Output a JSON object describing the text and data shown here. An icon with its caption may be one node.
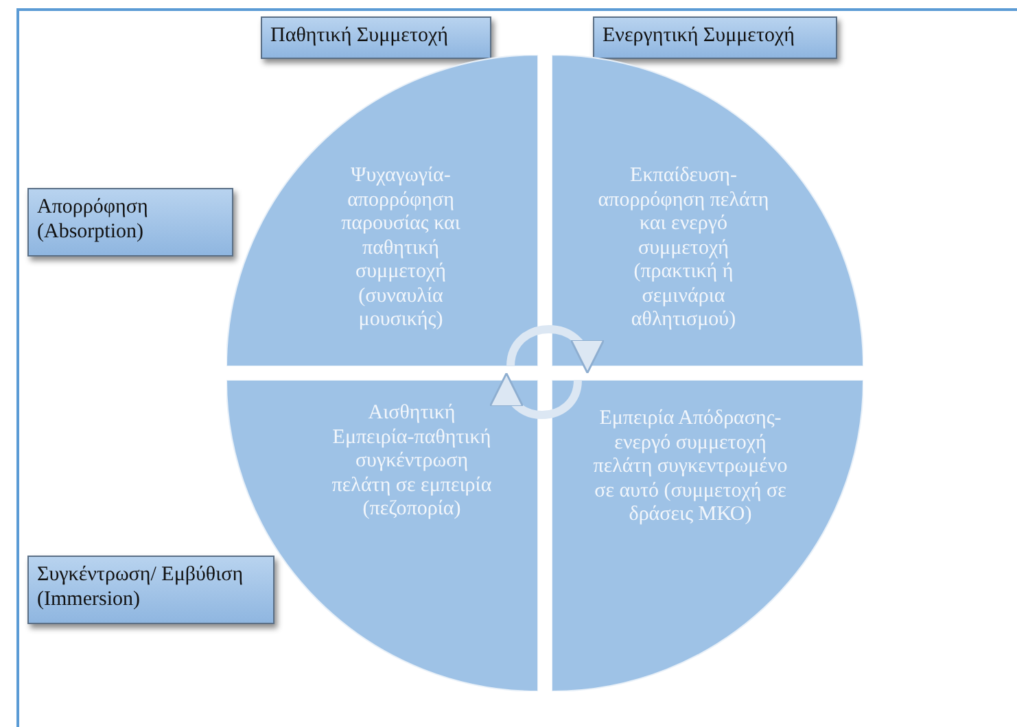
{
  "diagram": {
    "nodes": [
      {
        "text": [
          "Παθητική Συμμετοχή"
        ]
      },
      {
        "text": [
          "Ενεργητική Συμμετοχή"
        ]
      },
      {
        "text": [
          "Απορρόφηση (Absorption)"
        ]
      },
      {
        "text": [
          "Ψυχαγωγία-απορρόφηση παρουσίας και παθητική συμμετοχή (συναυλία μουσικής)"
        ]
      },
      {
        "text": [
          "Εκπαίδευση-απορρόφηση πελάτη και ενεργό συμμετοχή (πρακτική ή σεμινάρια αθλητισμού)"
        ]
      },
      {
        "text": [
          "Αισθητική Εμπειρία-παθητική συγκέντρωση πελάτη σε εμπειρία (πεζοπορία)"
        ]
      },
      {
        "text": [
          "Εμπειρία Απόδρασης-ενεργό συμμετοχή πελάτη συγκεντρωμένο σε αυτό (συμμετοχή σε δράσεις ΜΚΟ)"
        ]
      },
      {
        "text": [
          "Συγκέντρωση/ Εμβύθιση (Immersion)"
        ]
      }
    ],
    "edges": [
      {
        "from": 3,
        "to": 4,
        "arrow": "to"
      },
      {
        "from": 6,
        "to": 5,
        "arrow": "to"
      }
    ]
  }
}
